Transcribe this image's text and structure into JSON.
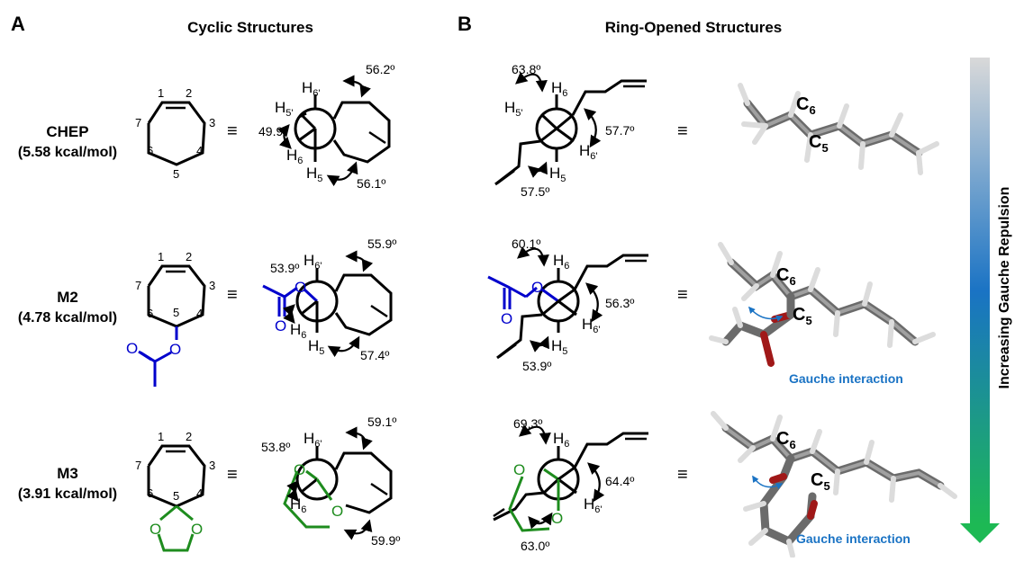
{
  "panels": {
    "a": {
      "letter": "A",
      "title": "Cyclic Structures"
    },
    "b": {
      "letter": "B",
      "title": "Ring-Opened Structures"
    }
  },
  "rows": [
    {
      "name": "CHEP",
      "energy": "(5.58 kcal/mol)",
      "ring_numbers": [
        "1",
        "2",
        "3",
        "4",
        "5",
        "6",
        "7"
      ],
      "cyclic_angles": [
        "56.2º",
        "49.9º",
        "56.1º"
      ],
      "open_angles": [
        "63.8º",
        "57.7º",
        "57.5º"
      ]
    },
    {
      "name": "M2",
      "energy": "(4.78 kcal/mol)",
      "ring_numbers": [
        "1",
        "2",
        "3",
        "4",
        "5",
        "6",
        "7"
      ],
      "substituent_atom": "O",
      "cyclic_angles": [
        "55.9º",
        "53.9º",
        "57.4º"
      ],
      "open_angles": [
        "60.1º",
        "56.3º",
        "53.9º"
      ],
      "gauche_label": "Gauche interaction"
    },
    {
      "name": "M3",
      "energy": "(3.91 kcal/mol)",
      "ring_numbers": [
        "1",
        "2",
        "3",
        "4",
        "5",
        "6",
        "7"
      ],
      "substituent_atom": "O",
      "cyclic_angles": [
        "59.1º",
        "53.8º",
        "59.9º"
      ],
      "open_angles": [
        "69.3º",
        "64.4º",
        "63.0º"
      ],
      "gauche_label": "Gauche interaction"
    }
  ],
  "h_labels": {
    "h": "H",
    "s5": "5",
    "s5p": "5'",
    "s6": "6",
    "s6p": "6'"
  },
  "c_labels": {
    "c": "C",
    "s5": "5",
    "s6": "6"
  },
  "equiv_symbol": "≡",
  "trend_arrow": {
    "label": "Increasing Gauche Repulsion",
    "color_top": "#d9d9d9",
    "color_mid": "#1a73c4",
    "color_bottom": "#1db954"
  },
  "colors": {
    "acetate": "#0000cc",
    "ketal": "#1e8c1e",
    "gauche_text": "#1a73c4",
    "oxygen_3d": "#a01818"
  }
}
